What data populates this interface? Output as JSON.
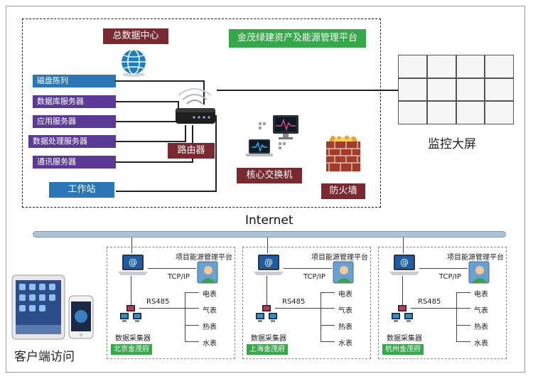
{
  "datacenter": {
    "title": "总数据中心",
    "platform": "金茂绿建资产及能源管理平台",
    "servers": [
      "磁盘陈列",
      "数据库服务器",
      "应用服务器",
      "数据处理服务器",
      "通讯服务器"
    ],
    "workstation": "工作站",
    "router": "路由器",
    "core_switch": "核心交换机",
    "firewall": "防火墙"
  },
  "monitor_wall": {
    "label": "监控大屏"
  },
  "internet": "Internet",
  "clients": {
    "label": "客户端访问"
  },
  "sites": [
    {
      "name": "北京金茂府",
      "platform": "项目能源管理平台",
      "tcp": "TCP/IP",
      "rs485": "RS485",
      "collector": "数据采集器",
      "meters": [
        "电表",
        "气表",
        "热表",
        "水表"
      ]
    },
    {
      "name": "上海金茂府",
      "platform": "项目能源管理平台",
      "tcp": "TCP/IP",
      "rs485": "RS485",
      "collector": "数据采集器",
      "meters": [
        "电表",
        "气表",
        "热表",
        "水表"
      ]
    },
    {
      "name": "杭州金茂府",
      "platform": "项目能源管理平台",
      "tcp": "TCP/IP",
      "rs485": "RS485",
      "collector": "数据采集器",
      "meters": [
        "电表",
        "气表",
        "热表",
        "水表"
      ]
    }
  ],
  "colors": {
    "dark_red": "#7a2a2f",
    "green": "#35a84a",
    "blue": "#2a76b6",
    "purple": "#5a3a96",
    "bus": "#a9c3db"
  },
  "icons": [
    "globe-icon",
    "router-icon",
    "monitor-icon",
    "laptop-icon",
    "firewall-icon",
    "tablet-icon",
    "phone-icon",
    "computer-icon",
    "person-icon",
    "collector-icon"
  ]
}
